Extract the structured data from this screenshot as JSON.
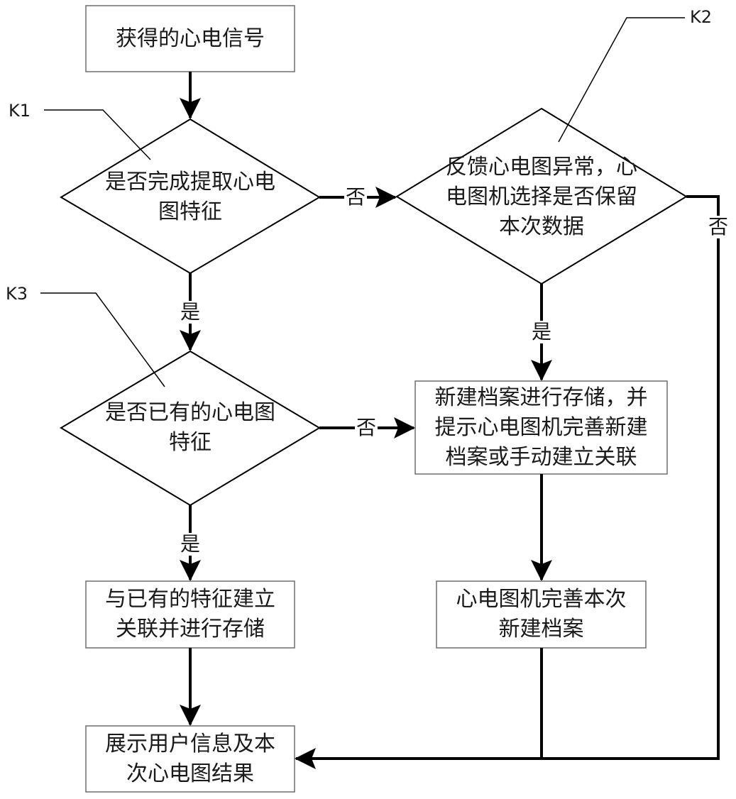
{
  "nodes": {
    "start": "获得的心电信号",
    "decision1": "是否完成提取心电\n图特征",
    "decision2": "是否已有的心电图\n特征",
    "feedback": "反馈心电图异常，心\n电图机选择是否保留\n本次数据",
    "new_archive": "新建档案进行存储，并\n提示心电图机完善新建\n档案或手动建立关联",
    "associate": "与已有的特征建立\n关联并进行存储",
    "complete": "心电图机完善本次\n新建档案",
    "display": "展示用户信息及本\n次心电图结果"
  },
  "edges": {
    "d1_no": "否",
    "d1_yes": "是",
    "d2_no": "否",
    "d2_yes": "是",
    "fb_yes": "是",
    "fb_no": "否"
  },
  "tags": {
    "k1": "K1",
    "k2": "K2",
    "k3": "K3"
  }
}
